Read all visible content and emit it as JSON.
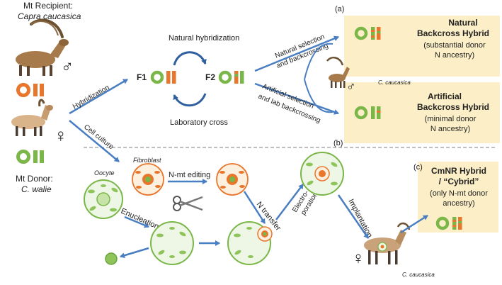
{
  "recipient": {
    "label": "Mt Recipient:",
    "species": "Capra caucasica",
    "sex_symbol": "♂"
  },
  "donor": {
    "label": "Mt Donor:",
    "species": "C. walie",
    "sex_symbol": "♀"
  },
  "process": {
    "hybridization": "Hybridization",
    "cell_culture": "Cell culture",
    "f1": "F1",
    "f2": "F2",
    "natural_hybridization": "Natural hybridization",
    "laboratory_cross": "Laboratory cross",
    "natural_selection_line1": "Natural selection",
    "natural_selection_line2": "and backcrossing",
    "artificial_selection_line1": "Artificial selection",
    "artificial_selection_line2": "and lab backcrossing",
    "c_caucasica_mid": "C. caucasica"
  },
  "panels": {
    "a_label": "(a)",
    "b_label": "(b)",
    "c_label": "(c)",
    "natural": {
      "title1": "Natural",
      "title2": "Backcross Hybrid",
      "desc1": "(substantial donor",
      "desc2": "N ancestry)"
    },
    "artificial": {
      "title1": "Artificial",
      "title2": "Backcross Hybrid",
      "desc1": "(minimal donor",
      "desc2": "N ancestry)"
    },
    "cmnr": {
      "title1": "CmNR Hybrid",
      "title2": "/ “Cybrid”",
      "desc1": "(only N-mt donor",
      "desc2": "ancestry)"
    }
  },
  "lab": {
    "oocyte": "Oocyte",
    "fibroblast": "Fibroblast",
    "n_mt_editing": "N-mt editing",
    "enucleation": "Enucleation",
    "n_transfer": "N transfer",
    "electroporation_line1": "Electro-",
    "electroporation_line2": "poration",
    "implantation": "Implantation",
    "c_caucasica_bottom": "C. caucasica",
    "female_symbol": "♀"
  },
  "colors": {
    "green": "#7ab648",
    "orange": "#e8762c",
    "blue": "#4a7ec2",
    "panel_bg": "#fcefc7",
    "cell_fill": "#eef7e6",
    "fibro_fill": "#fdf0df"
  }
}
